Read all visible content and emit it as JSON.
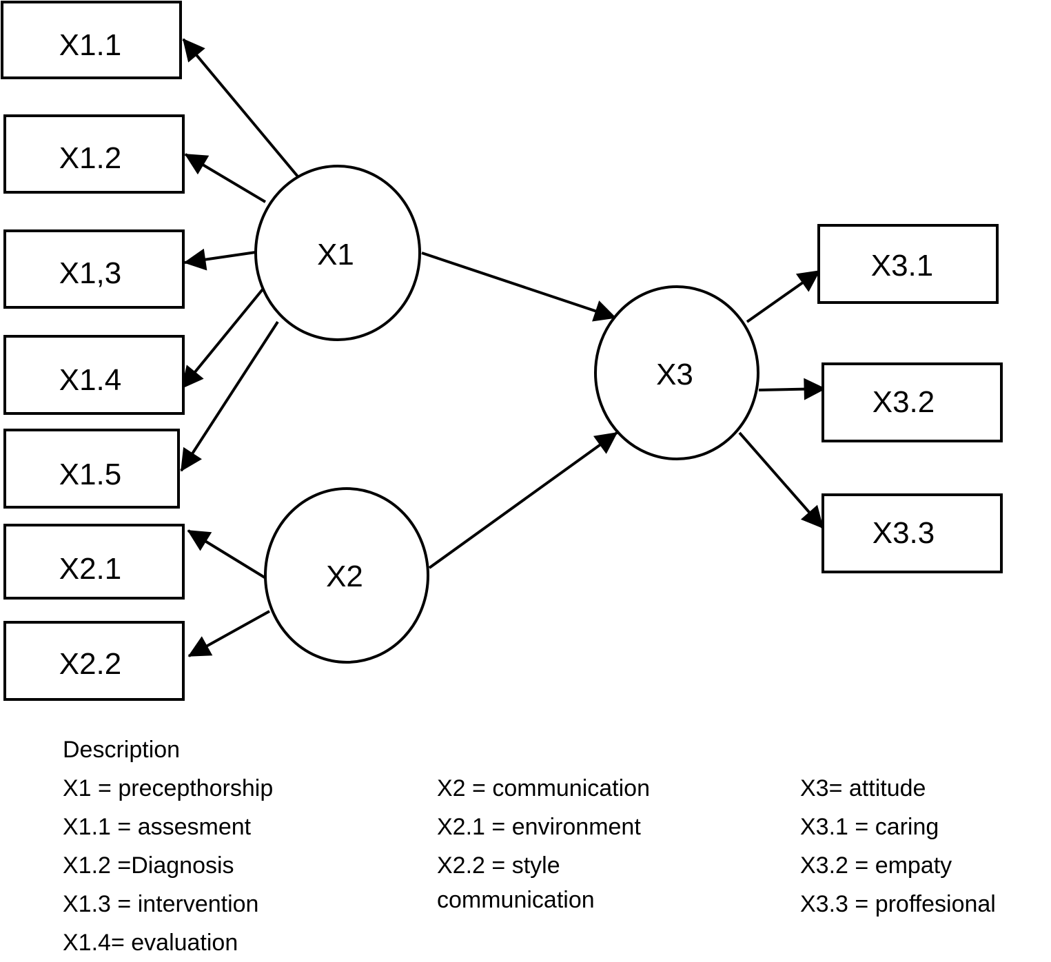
{
  "diagram": {
    "indicators": {
      "x1_1": "X1.1",
      "x1_2": "X1.2",
      "x1_3": "X1,3",
      "x1_4": "X1.4",
      "x1_5": "X1.5",
      "x2_1": "X2.1",
      "x2_2": "X2.2",
      "x3_1": "X3.1",
      "x3_2": "X3.2",
      "x3_3": "X3.3"
    },
    "constructs": {
      "x1": "X1",
      "x2": "X2",
      "x3": "X3"
    },
    "colors": {
      "stroke": "#000000",
      "fill": "#ffffff"
    }
  },
  "legend": {
    "title": "Description",
    "column1": [
      "X1 = precepthorship",
      "X1.1 = assesment",
      "X1.2 =Diagnosis",
      "X1.3 = intervention",
      "X1.4= evaluation"
    ],
    "column2": {
      "line1": "X2 = communication",
      "line2": "X2.1 = environment",
      "line3a": "X2.2 = style",
      "line3b": "communication"
    },
    "column3": [
      "X3= attitude",
      "X3.1 = caring",
      "X3.2 = empaty",
      "X3.3 = proffesional"
    ]
  }
}
